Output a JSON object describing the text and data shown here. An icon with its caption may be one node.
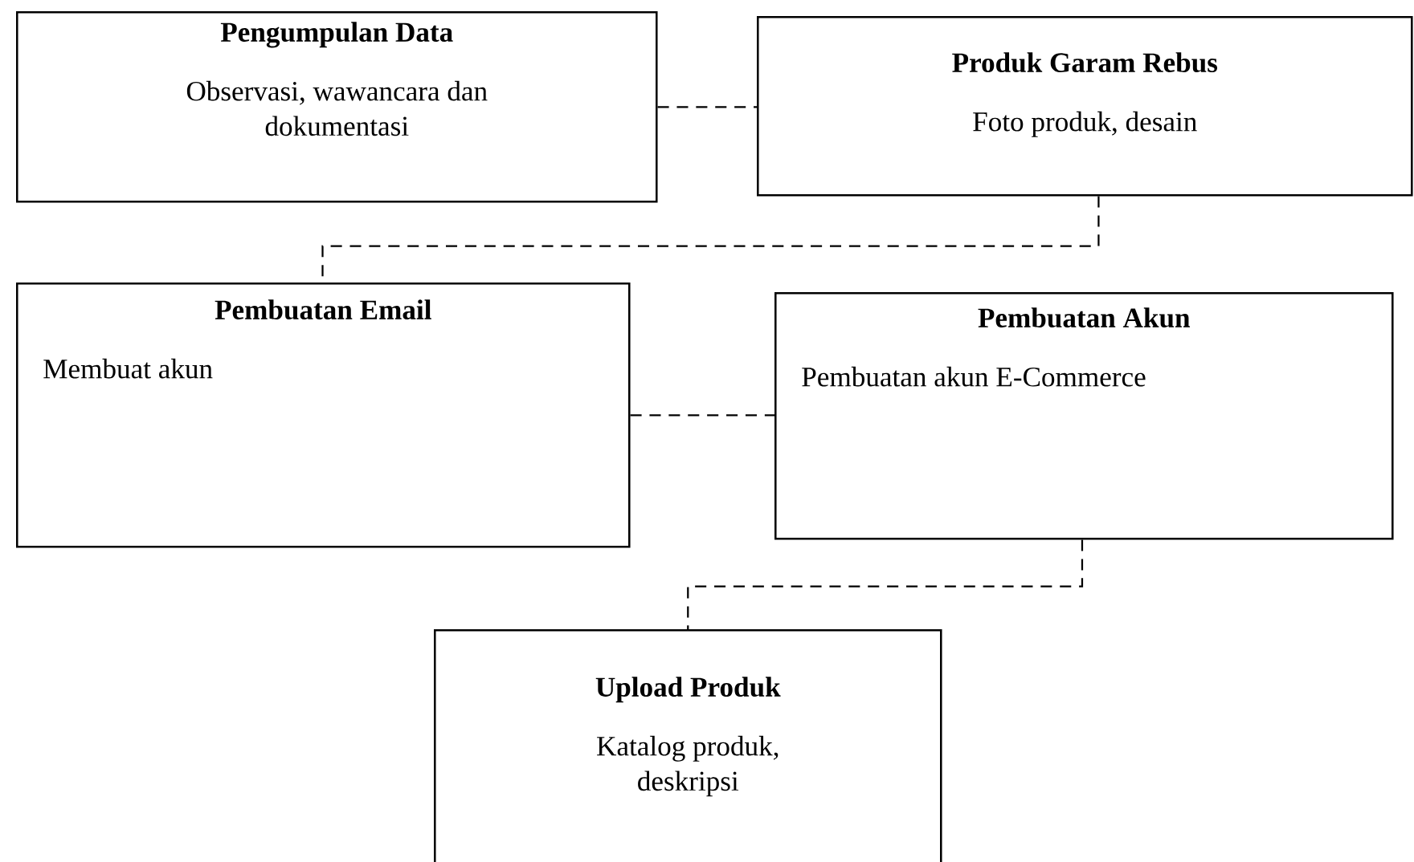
{
  "diagram": {
    "nodes": [
      {
        "text": [
          "Pengumpulan Data",
          "Observasi, wawancara dan dokumentasi"
        ]
      },
      {
        "text": [
          "Produk Garam Rebus",
          "Foto produk, desain"
        ]
      },
      {
        "text": [
          "Pembuatan Email",
          "Membuat akun"
        ]
      },
      {
        "text": [
          "Pembuatan Akun",
          "Pembuatan akun E-Commerce"
        ]
      },
      {
        "text": [
          "Upload Produk",
          "Katalog produk, deskripsi"
        ]
      }
    ],
    "edges": [
      {
        "from": 0,
        "to": 1,
        "arrow": "none",
        "style": "dashed"
      },
      {
        "from": 1,
        "to": 2,
        "arrow": "none",
        "style": "dashed"
      },
      {
        "from": 2,
        "to": 3,
        "arrow": "none",
        "style": "dashed"
      },
      {
        "from": 3,
        "to": 4,
        "arrow": "none",
        "style": "dashed"
      }
    ]
  }
}
